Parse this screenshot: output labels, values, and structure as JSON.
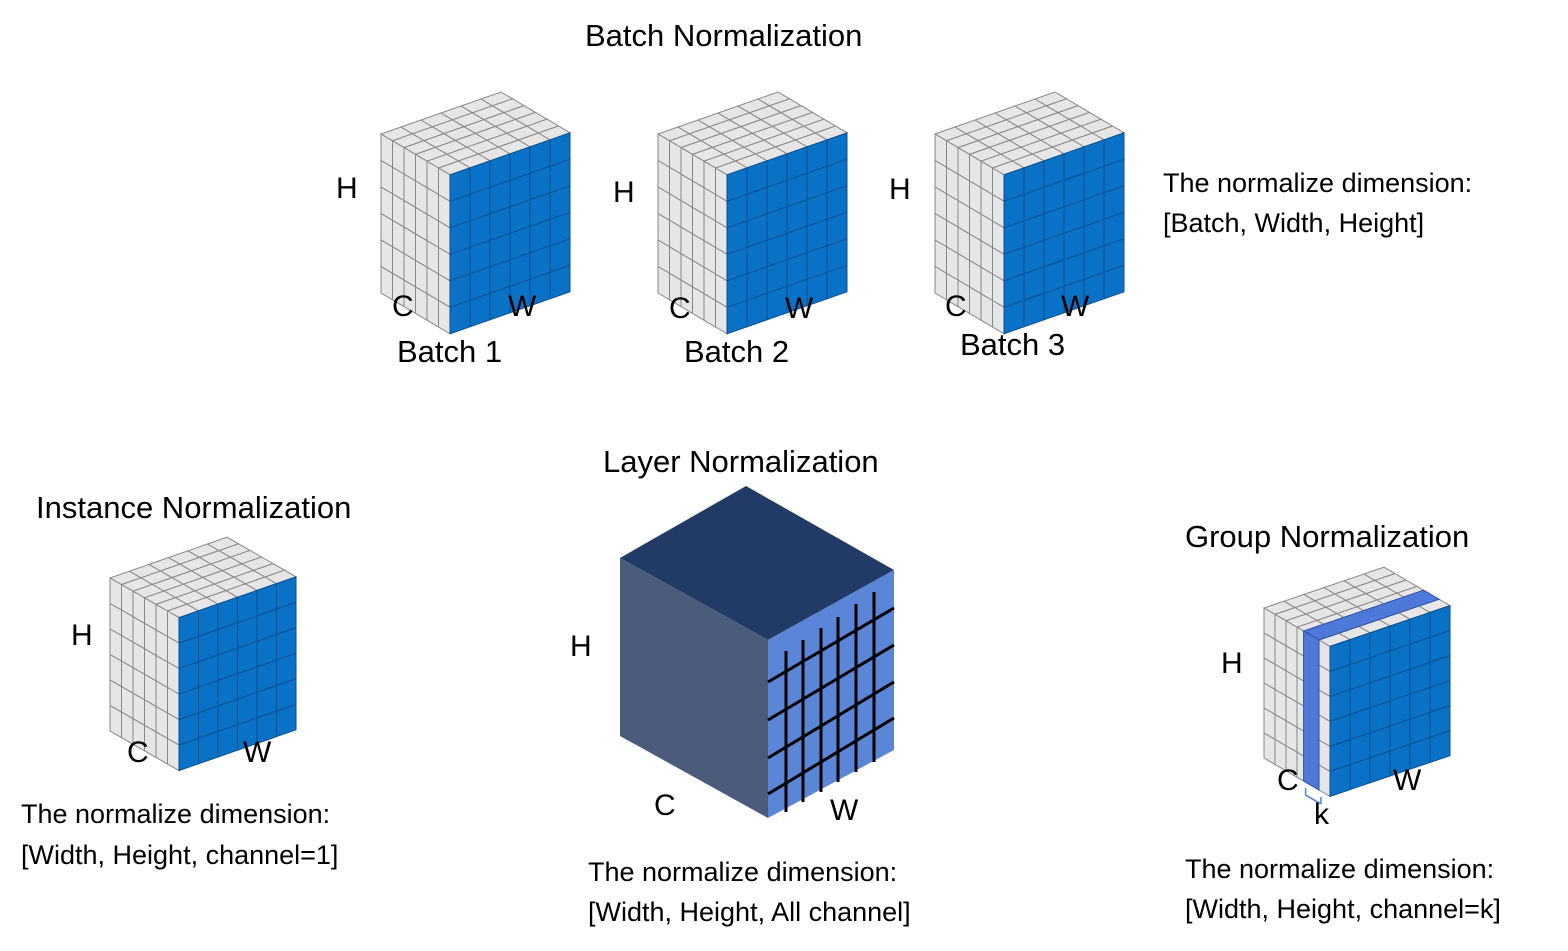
{
  "batch_norm": {
    "title": "Batch Normalization",
    "axis": {
      "h": "H",
      "c": "C",
      "w": "W"
    },
    "batches": [
      "Batch 1",
      "Batch 2",
      "Batch 3"
    ],
    "desc_line1": "The normalize dimension:",
    "desc_line2": "[Batch, Width, Height]"
  },
  "instance_norm": {
    "title": "Instance Normalization",
    "axis": {
      "h": "H",
      "c": "C",
      "w": "W"
    },
    "desc_line1": "The normalize dimension:",
    "desc_line2": "[Width, Height, channel=1]"
  },
  "layer_norm": {
    "title": "Layer Normalization",
    "axis": {
      "h": "H",
      "c": "C",
      "w": "W"
    },
    "desc_line1": "The normalize dimension:",
    "desc_line2": "[Width, Height, All channel]"
  },
  "group_norm": {
    "title": "Group Normalization",
    "axis": {
      "h": "H",
      "c": "C",
      "w": "W",
      "k": "k"
    },
    "desc_line1": "The normalize dimension:",
    "desc_line2": "[Width, Height, channel=k]"
  },
  "colors": {
    "highlight_blue": "#0a72c6",
    "grid_gray": "#e6e6e6",
    "layer_top": "#223a66",
    "layer_left": "#4a5b7c",
    "layer_right": "#5b85d6",
    "group_slab": "#4f79d8"
  }
}
